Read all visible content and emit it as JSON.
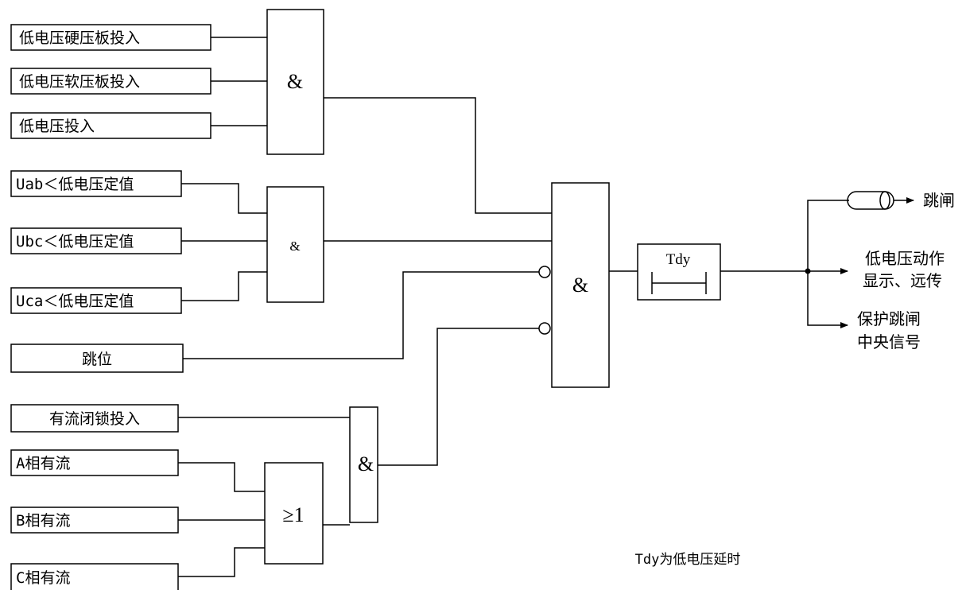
{
  "inputs": {
    "lv_hard_plate": "低电压硬压板投入",
    "lv_soft_plate": "低电压软压板投入",
    "lv_enable": "低电压投入",
    "uab_low": "Uab＜低电压定值",
    "ubc_low": "Ubc＜低电压定值",
    "uca_low": "Uca＜低电压定值",
    "trip_position": "跳位",
    "current_lock_enable": "有流闭锁投入",
    "phase_a_current": "A相有流",
    "phase_b_current": "B相有流",
    "phase_c_current": "C相有流"
  },
  "gates": {
    "and_enable": "&",
    "and_voltage": "&",
    "and_main": "&",
    "and_current": "&",
    "or_phase": "≥1"
  },
  "timer": {
    "label": "Tdy"
  },
  "outputs": {
    "trip": "跳闸",
    "lv_action_line1": "低电压动作",
    "lv_action_line2": "显示、远传",
    "protect_line1": "保护跳闸",
    "protect_line2": "中央信号"
  },
  "note": "Tdy为低电压延时"
}
